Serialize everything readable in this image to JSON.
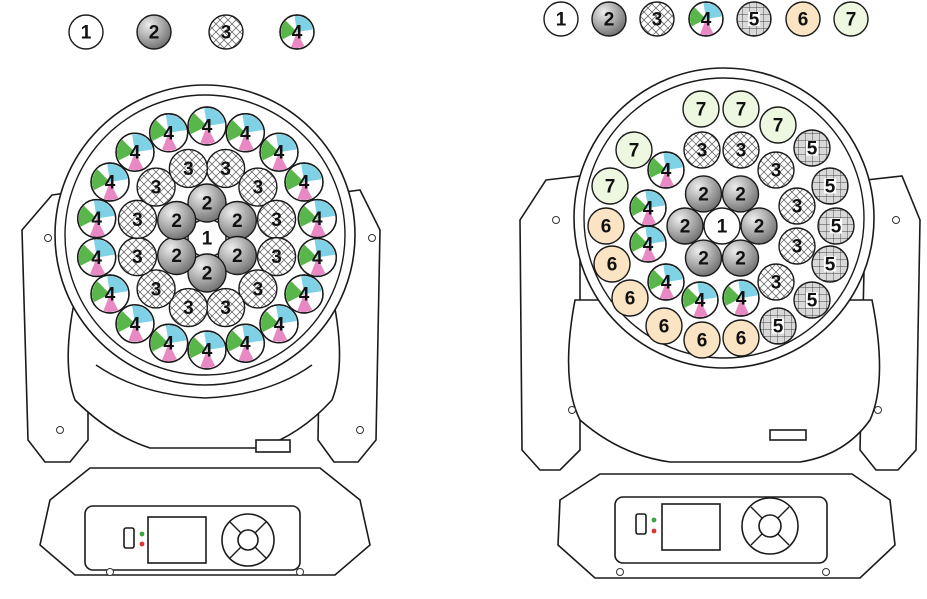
{
  "colors": {
    "zone1": "#ffffff",
    "zone2_dark": "#6e6e6e",
    "zone2_light": "#ededed",
    "zone4_blue": "#7fd1e6",
    "zone4_green": "#59b64a",
    "zone4_pink": "#e889c4",
    "zone6": "#fbe4c4",
    "zone7": "#eef8e0",
    "outline": "#1a1a1a"
  },
  "left_fixture": {
    "legend": [
      {
        "label": "1",
        "style": "plain"
      },
      {
        "label": "2",
        "style": "gradient"
      },
      {
        "label": "3",
        "style": "mesh"
      },
      {
        "label": "4",
        "style": "rgb"
      }
    ],
    "leds": [
      {
        "label": "1",
        "style": "plain"
      },
      {
        "label": "2",
        "style": "gradient"
      },
      {
        "label": "2",
        "style": "gradient"
      },
      {
        "label": "2",
        "style": "gradient"
      },
      {
        "label": "2",
        "style": "gradient"
      },
      {
        "label": "2",
        "style": "gradient"
      },
      {
        "label": "2",
        "style": "gradient"
      },
      {
        "label": "3",
        "style": "mesh"
      },
      {
        "label": "3",
        "style": "mesh"
      },
      {
        "label": "3",
        "style": "mesh"
      },
      {
        "label": "3",
        "style": "mesh"
      },
      {
        "label": "3",
        "style": "mesh"
      },
      {
        "label": "3",
        "style": "mesh"
      },
      {
        "label": "3",
        "style": "mesh"
      },
      {
        "label": "3",
        "style": "mesh"
      },
      {
        "label": "3",
        "style": "mesh"
      },
      {
        "label": "3",
        "style": "mesh"
      },
      {
        "label": "3",
        "style": "mesh"
      },
      {
        "label": "3",
        "style": "mesh"
      },
      {
        "label": "4",
        "style": "rgb"
      },
      {
        "label": "4",
        "style": "rgb"
      },
      {
        "label": "4",
        "style": "rgb"
      },
      {
        "label": "4",
        "style": "rgb"
      },
      {
        "label": "4",
        "style": "rgb"
      },
      {
        "label": "4",
        "style": "rgb"
      },
      {
        "label": "4",
        "style": "rgb"
      },
      {
        "label": "4",
        "style": "rgb"
      },
      {
        "label": "4",
        "style": "rgb"
      },
      {
        "label": "4",
        "style": "rgb"
      },
      {
        "label": "4",
        "style": "rgb"
      },
      {
        "label": "4",
        "style": "rgb"
      },
      {
        "label": "4",
        "style": "rgb"
      },
      {
        "label": "4",
        "style": "rgb"
      },
      {
        "label": "4",
        "style": "rgb"
      },
      {
        "label": "4",
        "style": "rgb"
      },
      {
        "label": "4",
        "style": "rgb"
      },
      {
        "label": "4",
        "style": "rgb"
      }
    ]
  },
  "right_fixture": {
    "legend": [
      {
        "label": "1",
        "style": "plain"
      },
      {
        "label": "2",
        "style": "gradient"
      },
      {
        "label": "3",
        "style": "mesh"
      },
      {
        "label": "4",
        "style": "rgb"
      },
      {
        "label": "5",
        "style": "grid"
      },
      {
        "label": "6",
        "style": "peach"
      },
      {
        "label": "7",
        "style": "mint"
      }
    ],
    "leds": [
      {
        "label": "1",
        "style": "plain"
      },
      {
        "label": "2",
        "style": "gradient"
      },
      {
        "label": "2",
        "style": "gradient"
      },
      {
        "label": "2",
        "style": "gradient"
      },
      {
        "label": "2",
        "style": "gradient"
      },
      {
        "label": "2",
        "style": "gradient"
      },
      {
        "label": "2",
        "style": "gradient"
      },
      {
        "label": "3",
        "style": "mesh"
      },
      {
        "label": "3",
        "style": "mesh"
      },
      {
        "label": "3",
        "style": "mesh"
      },
      {
        "label": "3",
        "style": "mesh"
      },
      {
        "label": "3",
        "style": "mesh"
      },
      {
        "label": "3",
        "style": "mesh"
      },
      {
        "label": "4",
        "style": "rgb"
      },
      {
        "label": "4",
        "style": "rgb"
      },
      {
        "label": "4",
        "style": "rgb"
      },
      {
        "label": "4",
        "style": "rgb"
      },
      {
        "label": "4",
        "style": "rgb"
      },
      {
        "label": "4",
        "style": "rgb"
      },
      {
        "label": "5",
        "style": "grid"
      },
      {
        "label": "5",
        "style": "grid"
      },
      {
        "label": "5",
        "style": "grid"
      },
      {
        "label": "5",
        "style": "grid"
      },
      {
        "label": "5",
        "style": "grid"
      },
      {
        "label": "5",
        "style": "grid"
      },
      {
        "label": "6",
        "style": "peach"
      },
      {
        "label": "6",
        "style": "peach"
      },
      {
        "label": "6",
        "style": "peach"
      },
      {
        "label": "6",
        "style": "peach"
      },
      {
        "label": "6",
        "style": "peach"
      },
      {
        "label": "6",
        "style": "peach"
      },
      {
        "label": "7",
        "style": "mint"
      },
      {
        "label": "7",
        "style": "mint"
      },
      {
        "label": "7",
        "style": "mint"
      },
      {
        "label": "7",
        "style": "mint"
      },
      {
        "label": "7",
        "style": "mint"
      }
    ]
  }
}
